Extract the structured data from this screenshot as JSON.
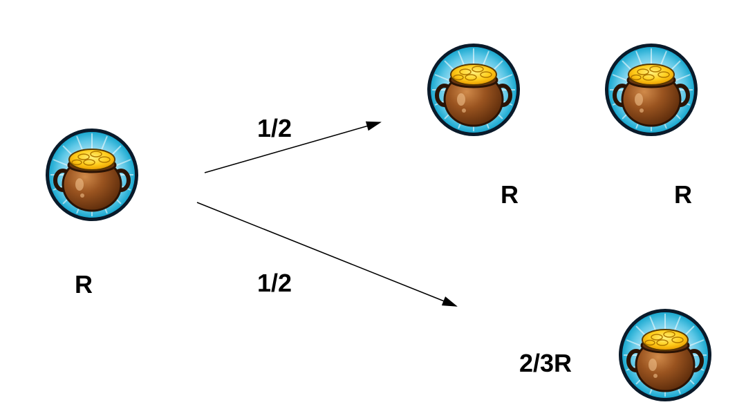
{
  "colors": {
    "ring_outer": "#0a1a2a",
    "sky_light": "#e8f8ff",
    "sky_mid": "#9fdcf2",
    "sky_edge": "#1aa8cf",
    "pot_body": "#8a4a1c",
    "pot_dark": "#4a2208",
    "gold": "#ffcc1a",
    "gold_shade": "#e89a00",
    "arrow": "#000000"
  },
  "icons": {
    "pot": "pot-of-gold-icon"
  },
  "labels": {
    "start_amount": "R",
    "top_probability": "1/2",
    "bottom_probability": "1/2",
    "top_pot_left_amount": "R",
    "top_pot_right_amount": "R",
    "bottom_pot_amount": "2/3R"
  }
}
